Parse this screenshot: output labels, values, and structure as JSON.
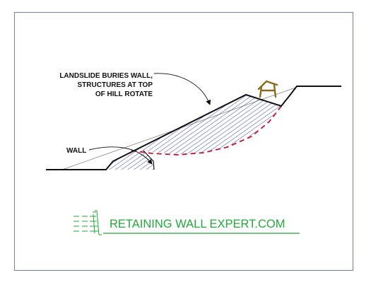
{
  "diagram": {
    "annotations": {
      "landslide_line1": "LANDSLIDE BURIES WALL,",
      "landslide_line2": "STRUCTURES AT TOP",
      "landslide_line3": "OF HILL ROTATE",
      "wall": "WALL"
    },
    "logo": {
      "text": "RETAINING WALL EXPERT.COM",
      "color": "#22a83a"
    },
    "colors": {
      "hatch": "#2b2f8c",
      "slip_surface": "#c8102e",
      "structure": "#8b6a1c",
      "frame": "#6f7fa8"
    }
  }
}
